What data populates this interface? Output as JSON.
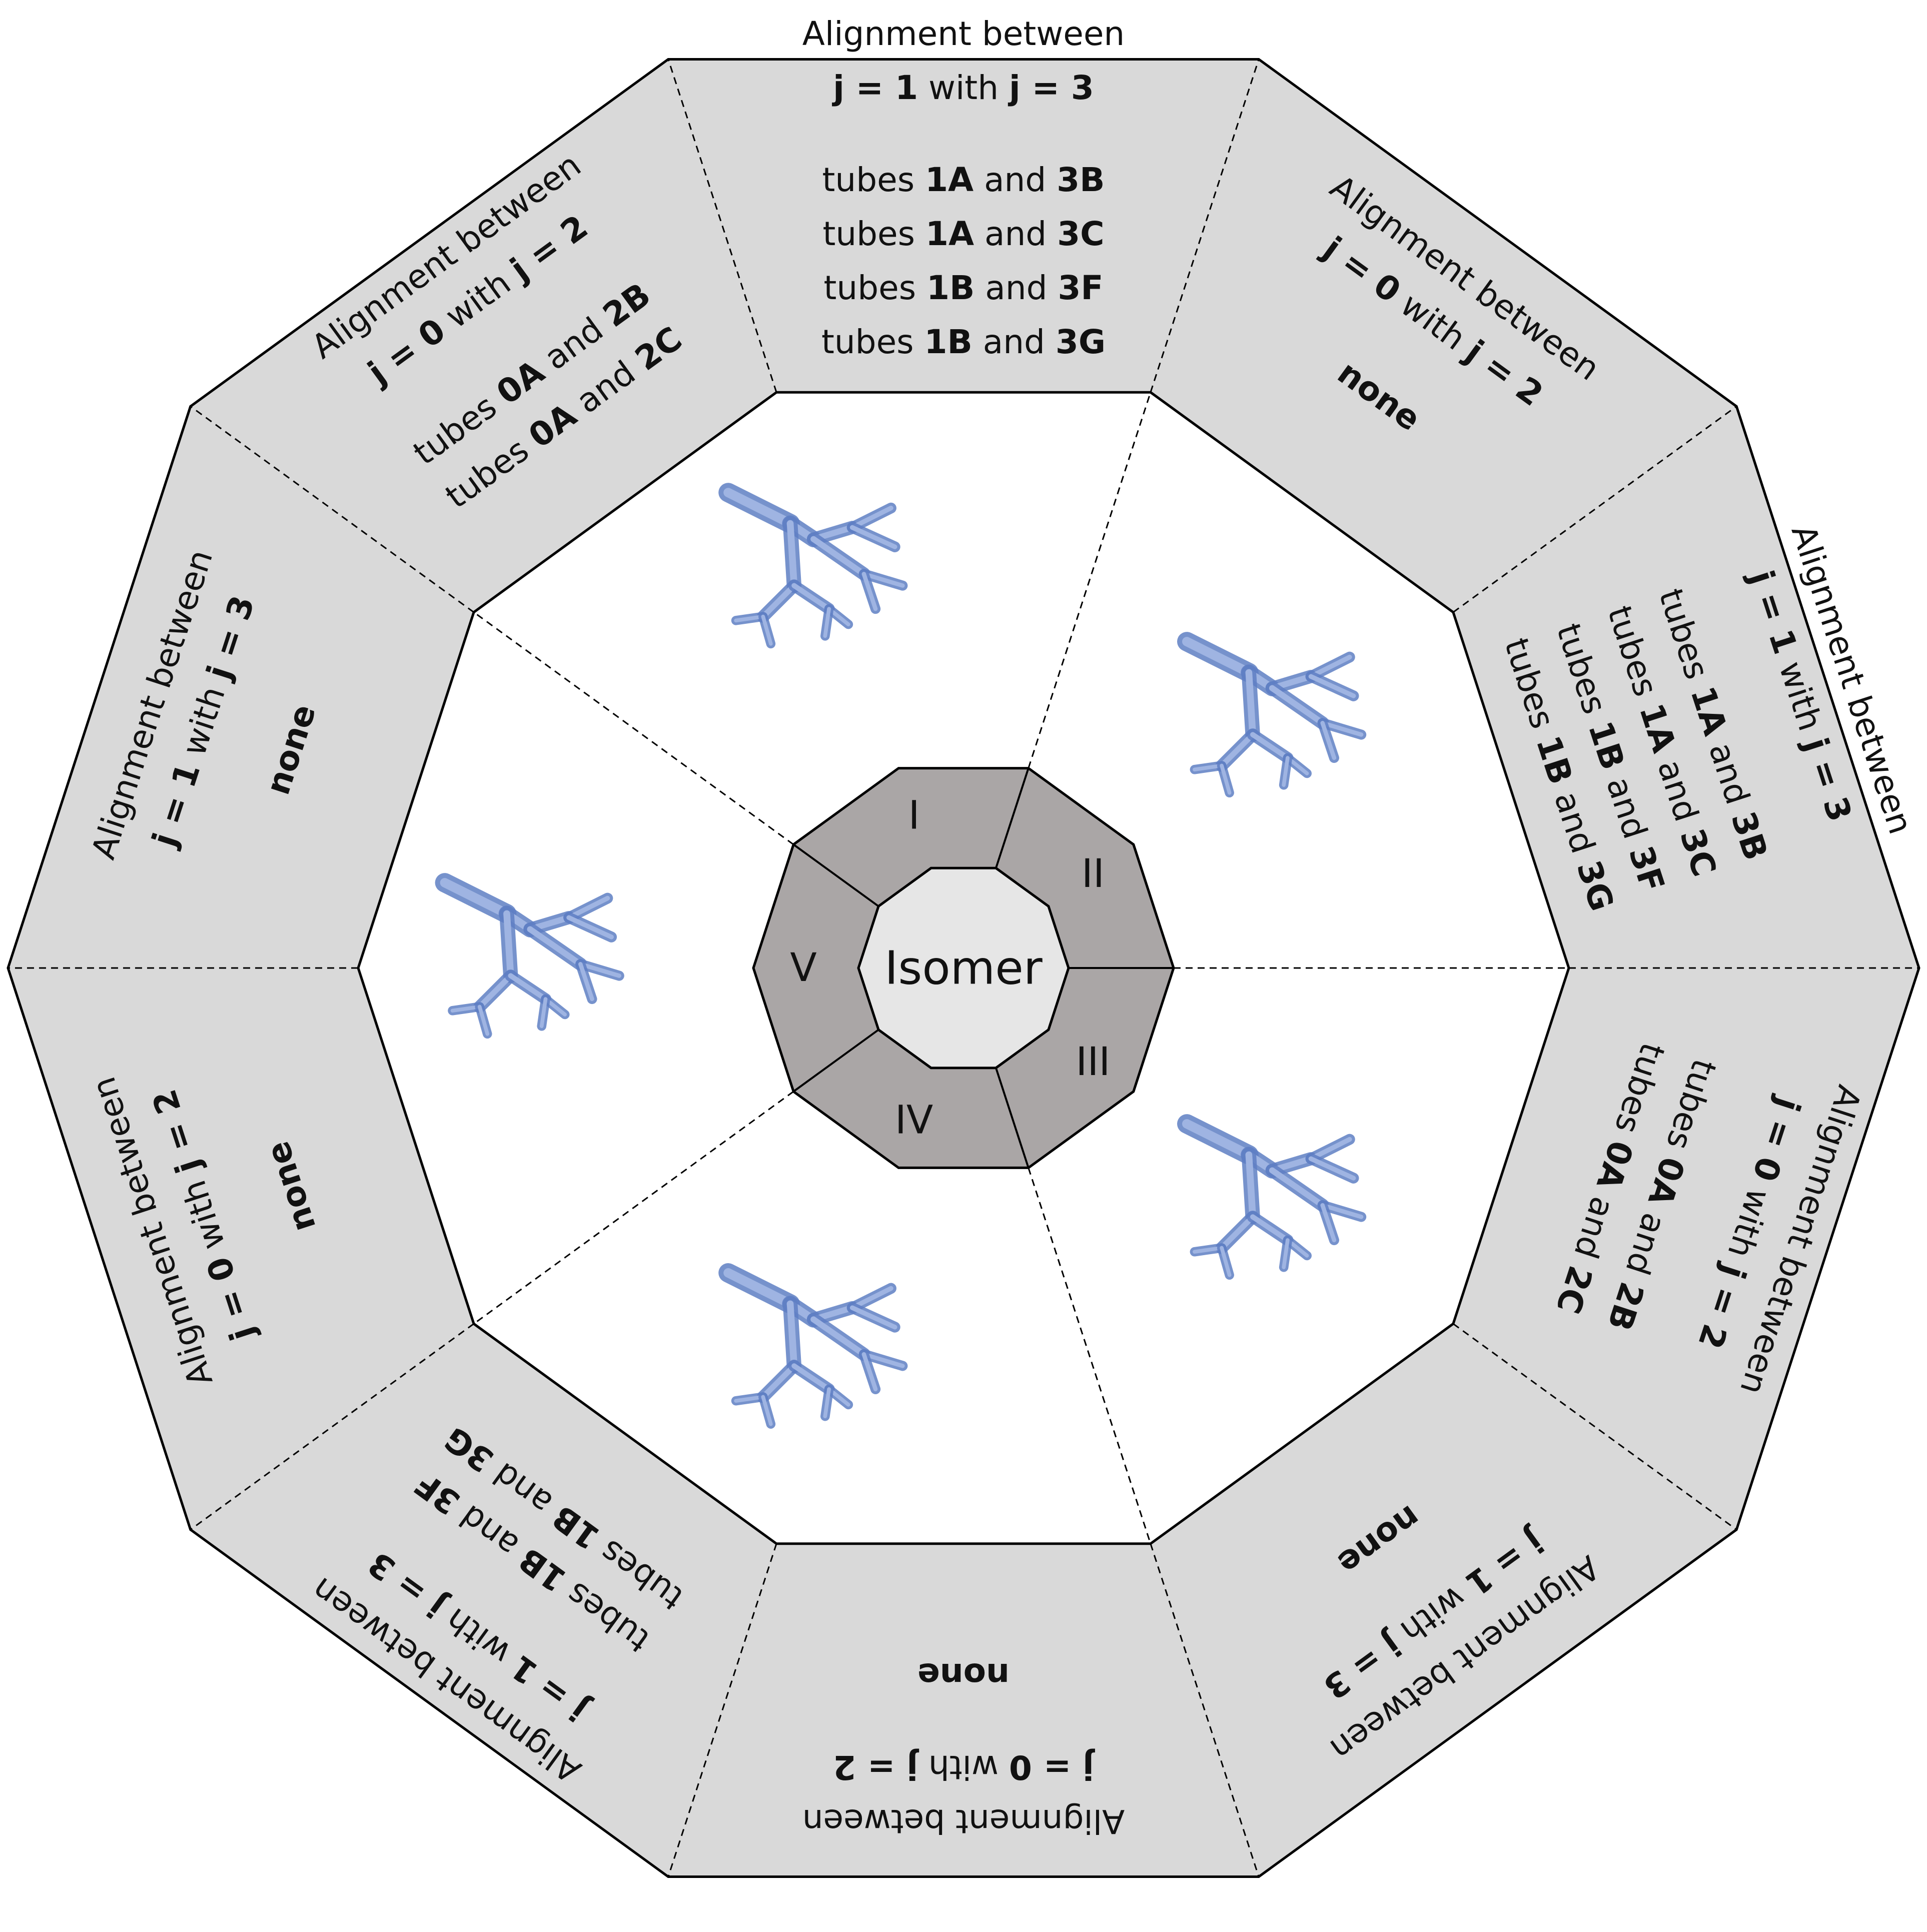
{
  "colors": {
    "outer_ring": "#d9d9d9",
    "middle_ring": "#ffffff",
    "sector_ring": "#aaa6a6",
    "center": "#e6e6e6",
    "outline": "#000000",
    "tree_light": "#9fb4e2",
    "tree_dark": "#5f7fc4"
  },
  "center": {
    "label": "Isomer"
  },
  "sectors": [
    "I",
    "II",
    "III",
    "IV",
    "V"
  ],
  "outer_segments": [
    {
      "title": "Alignment between",
      "rule_bold_a": "j = 1",
      "rule_with": " with ",
      "rule_bold_b": "j = 3",
      "items": [
        [
          "1A",
          "3B"
        ],
        [
          "1A",
          "3C"
        ],
        [
          "1B",
          "3F"
        ],
        [
          "1B",
          "3G"
        ]
      ]
    },
    {
      "title": "Alignment between",
      "rule_bold_a": "j = 0",
      "rule_with": " with ",
      "rule_bold_b": "j = 2",
      "none": "none"
    },
    {
      "title": "Alignment between",
      "rule_bold_a": "j = 1",
      "rule_with": " with ",
      "rule_bold_b": "j = 3",
      "items": [
        [
          "1A",
          "3B"
        ],
        [
          "1A",
          "3C"
        ],
        [
          "1B",
          "3F"
        ],
        [
          "1B",
          "3G"
        ]
      ]
    },
    {
      "title": "Alignment between",
      "rule_bold_a": "j = 0",
      "rule_with": " with ",
      "rule_bold_b": "j = 2",
      "items": [
        [
          "0A",
          "2B"
        ],
        [
          "0A",
          "2C"
        ]
      ]
    },
    {
      "title": "Alignment between",
      "rule_bold_a": "j = 1",
      "rule_with": " with ",
      "rule_bold_b": "j = 3",
      "none": "none"
    },
    {
      "title": "Alignment between",
      "rule_bold_a": "j = 0",
      "rule_with": " with ",
      "rule_bold_b": "j = 2",
      "none": "none"
    },
    {
      "title": "Alignment between",
      "rule_bold_a": "j = 1",
      "rule_with": " with ",
      "rule_bold_b": "j = 3",
      "items": [
        [
          "1B",
          "3F"
        ],
        [
          "1B",
          "3G"
        ]
      ]
    },
    {
      "title": "Alignment between",
      "rule_bold_a": "j = 0",
      "rule_with": " with ",
      "rule_bold_b": "j = 2",
      "none": "none"
    },
    {
      "title": "Alignment between",
      "rule_bold_a": "j = 1",
      "rule_with": " with ",
      "rule_bold_b": "j = 3",
      "none": "none"
    },
    {
      "title": "Alignment between",
      "rule_bold_a": "j = 0",
      "rule_with": " with ",
      "rule_bold_b": "j = 2",
      "items": [
        [
          "0A",
          "2B"
        ],
        [
          "0A",
          "2C"
        ]
      ]
    }
  ],
  "tube_words": {
    "prefix": "tubes ",
    "joiner": " and "
  },
  "trees": [
    {
      "name": "airway-tree-1-icon"
    },
    {
      "name": "airway-tree-2-icon"
    },
    {
      "name": "airway-tree-3-icon"
    },
    {
      "name": "airway-tree-4-icon"
    },
    {
      "name": "airway-tree-5-icon"
    }
  ]
}
